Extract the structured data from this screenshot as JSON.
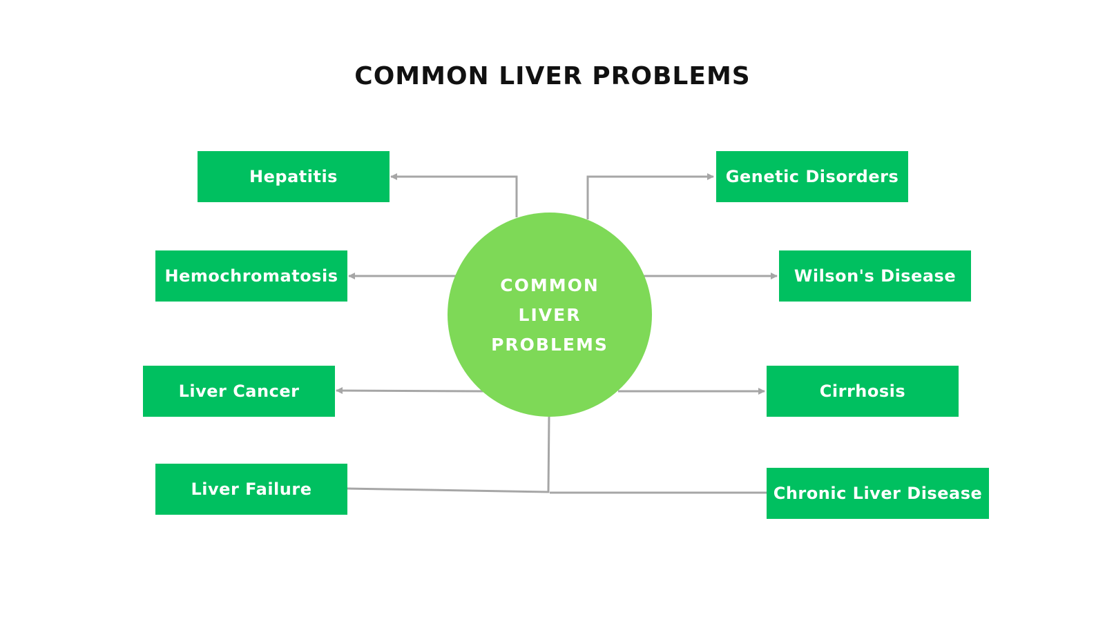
{
  "title": "COMMON LIVER PROBLEMS",
  "hub": {
    "lines": [
      "COMMON",
      "LIVER",
      "PROBLEMS"
    ]
  },
  "nodes": {
    "hepatitis": "Hepatitis",
    "hemochromatosis": "Hemochromatosis",
    "liver_cancer": "Liver Cancer",
    "liver_failure": "Liver Failure",
    "genetic_disorders": "Genetic Disorders",
    "wilsons_disease": "Wilson's Disease",
    "cirrhosis": "Cirrhosis",
    "chronic_liver_disease": "Chronic Liver Disease"
  },
  "colors": {
    "hub_fill": "#7ed957",
    "node_fill": "#00c060",
    "connector": "#a6a6a6",
    "title_text": "#111111",
    "label_text": "#ffffff"
  }
}
